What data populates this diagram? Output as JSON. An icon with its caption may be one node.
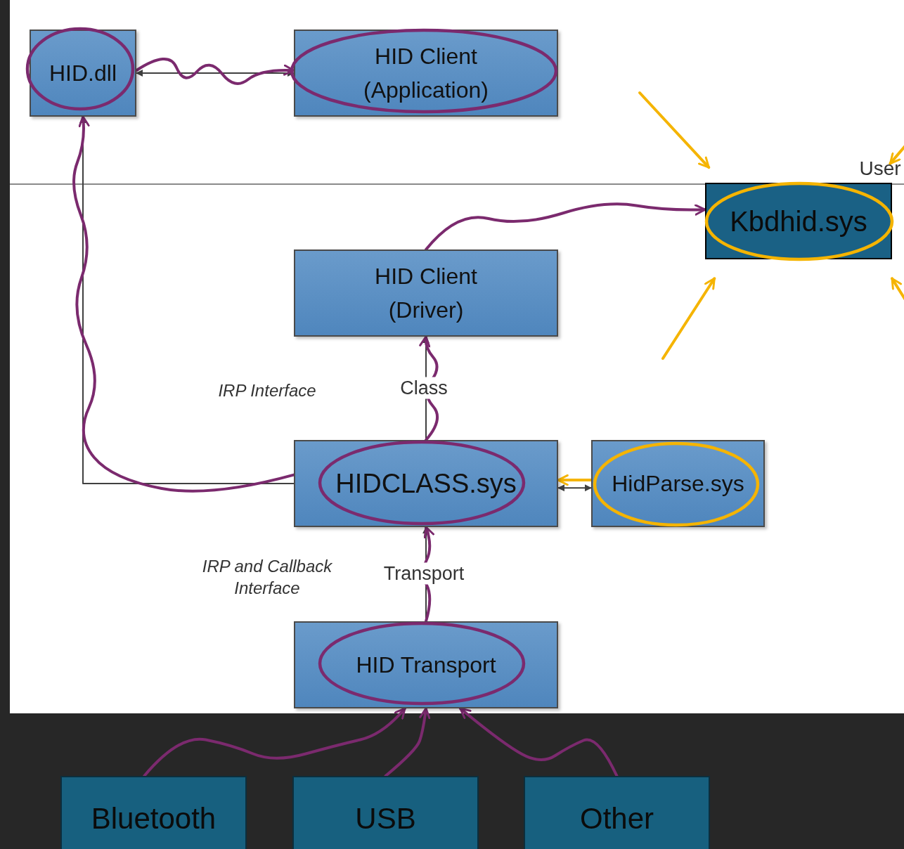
{
  "diagram": {
    "nodes": [
      {
        "text": [
          "HID.dll"
        ]
      },
      {
        "text": [
          "HID Client (Application)"
        ]
      },
      {
        "text": [
          "Kbdhid.sys"
        ]
      },
      {
        "text": [
          "HID Client (Driver)"
        ]
      },
      {
        "text": [
          "HIDCLASS.sys"
        ]
      },
      {
        "text": [
          "HidParse.sys"
        ]
      },
      {
        "text": [
          "HID Transport"
        ]
      },
      {
        "text": [
          "Bluetooth"
        ]
      },
      {
        "text": [
          "USB"
        ]
      },
      {
        "text": [
          "Other"
        ]
      }
    ],
    "edges": [
      {
        "from": 0,
        "to": 1,
        "arrow": "both",
        "color": "#404040"
      },
      {
        "from": 0,
        "to": 1,
        "arrow": "to"
      },
      {
        "from": 4,
        "to": 0,
        "arrow": "to",
        "color": "#404040"
      },
      {
        "from": 4,
        "to": 0,
        "arrow": "to"
      },
      {
        "from": 4,
        "to": 3,
        "arrow": "to",
        "color": "#404040",
        "label": "Class"
      },
      {
        "from": 4,
        "to": 3,
        "arrow": "to"
      },
      {
        "from": 3,
        "to": 2,
        "arrow": "to"
      },
      {
        "from": 6,
        "to": 4,
        "arrow": "to",
        "color": "#404040",
        "label": "Transport"
      },
      {
        "from": 6,
        "to": 4,
        "arrow": "to"
      },
      {
        "from": 4,
        "to": 5,
        "arrow": "both",
        "color": "#404040"
      },
      {
        "from": 5,
        "to": 4,
        "arrow": "to",
        "color": "#f5b400"
      },
      {
        "from": 7,
        "to": 6,
        "arrow": "to"
      },
      {
        "from": 8,
        "to": 6,
        "arrow": "to"
      },
      {
        "from": 9,
        "to": 6,
        "arrow": "to"
      },
      {
        "from": null,
        "to": 2,
        "arrow": "to",
        "color": "#f5b400"
      },
      {
        "from": null,
        "to": 2,
        "arrow": "to",
        "color": "#f5b400"
      },
      {
        "from": null,
        "to": 2,
        "arrow": "to",
        "color": "#f5b400"
      },
      {
        "from": null,
        "to": 2,
        "arrow": "to",
        "color": "#f5b400"
      }
    ],
    "labels": [
      "User",
      "IRP Interface",
      "IRP and Callback Interface"
    ]
  }
}
